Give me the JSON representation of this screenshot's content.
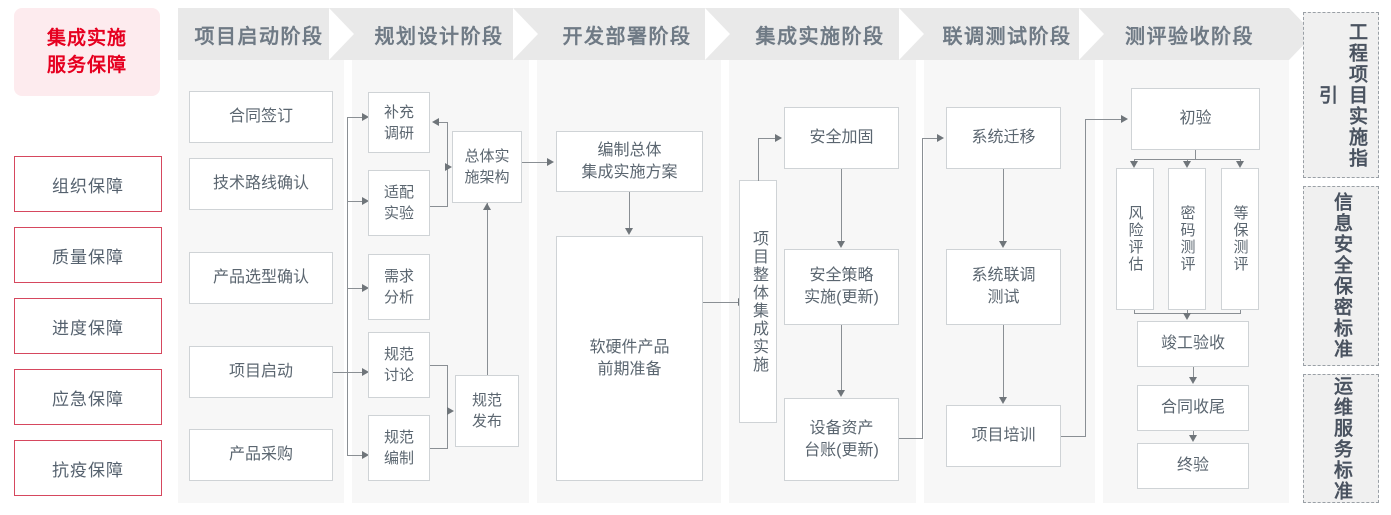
{
  "lead": {
    "label": "集成实施\n服务保障",
    "line1": "集成实施",
    "line2": "服务保障",
    "color": "#e60020",
    "bg": "#fdebee"
  },
  "guarantees": [
    {
      "label": "组织保障"
    },
    {
      "label": "质量保障"
    },
    {
      "label": "进度保障"
    },
    {
      "label": "应急保障"
    },
    {
      "label": "抗疫保障"
    }
  ],
  "phases": [
    {
      "id": "initiation",
      "title": "项目启动阶段",
      "nodes": [
        {
          "label": "合同签订"
        },
        {
          "label": "技术路线确认"
        },
        {
          "label": "产品选型确认"
        },
        {
          "label": "项目启动"
        },
        {
          "label": "产品采购"
        }
      ]
    },
    {
      "id": "planning",
      "title": "规划设计阶段",
      "nodes": [
        {
          "label": "补充\n调研",
          "l1": "补充",
          "l2": "调研"
        },
        {
          "label": "适配\n实验",
          "l1": "适配",
          "l2": "实验"
        },
        {
          "label": "需求\n分析",
          "l1": "需求",
          "l2": "分析"
        },
        {
          "label": "规范\n讨论",
          "l1": "规范",
          "l2": "讨论"
        },
        {
          "label": "规范\n编制",
          "l1": "规范",
          "l2": "编制"
        },
        {
          "label": "总体实\n施架构",
          "l1": "总体实",
          "l2": "施架构"
        },
        {
          "label": "规范\n发布",
          "l1": "规范",
          "l2": "发布"
        }
      ]
    },
    {
      "id": "development",
      "title": "开发部署阶段",
      "nodes": [
        {
          "label": "编制总体\n集成实施方案",
          "l1": "编制总体",
          "l2": "集成实施方案"
        },
        {
          "label": "软硬件产品\n前期准备",
          "l1": "软硬件产品",
          "l2": "前期准备"
        }
      ]
    },
    {
      "id": "integration",
      "title": "集成实施阶段",
      "nodes": [
        {
          "label": "项目整体集成实施"
        },
        {
          "label": "安全加固"
        },
        {
          "label": "安全策略\n实施(更新)",
          "l1": "安全策略",
          "l2": "实施(更新)"
        },
        {
          "label": "设备资产\n台账(更新)",
          "l1": "设备资产",
          "l2": "台账(更新)"
        }
      ]
    },
    {
      "id": "joint-test",
      "title": "联调测试阶段",
      "nodes": [
        {
          "label": "系统迁移"
        },
        {
          "label": "系统联调\n测试",
          "l1": "系统联调",
          "l2": "测试"
        },
        {
          "label": "项目培训"
        }
      ]
    },
    {
      "id": "acceptance",
      "title": "测评验收阶段",
      "nodes": [
        {
          "label": "初验"
        },
        {
          "label": "风险评估"
        },
        {
          "label": "密码测评"
        },
        {
          "label": "等保测评"
        },
        {
          "label": "竣工验收"
        },
        {
          "label": "合同收尾"
        },
        {
          "label": "终验"
        }
      ]
    }
  ],
  "standards": [
    {
      "label": "工程项目实施指引",
      "right": "程目施引",
      "left": "工项实指"
    },
    {
      "label": "信息安全保密标准",
      "right": "息全密准",
      "left": "信安保标"
    },
    {
      "label": "运维服务标准",
      "right": "维务准",
      "left": "运服标"
    }
  ],
  "colors": {
    "accent_red": "#e60020",
    "guarantee_border": "#d6485e",
    "node_border": "#cfd3d6",
    "column_bg": "#f7f7f7",
    "header_bg": "#e9e9e9",
    "header_text": "#6f7a85",
    "node_text": "#5b6670",
    "connector": "#8a8f94",
    "standards_bg": "#f0f0f0",
    "standards_border": "#9aa0a6"
  }
}
